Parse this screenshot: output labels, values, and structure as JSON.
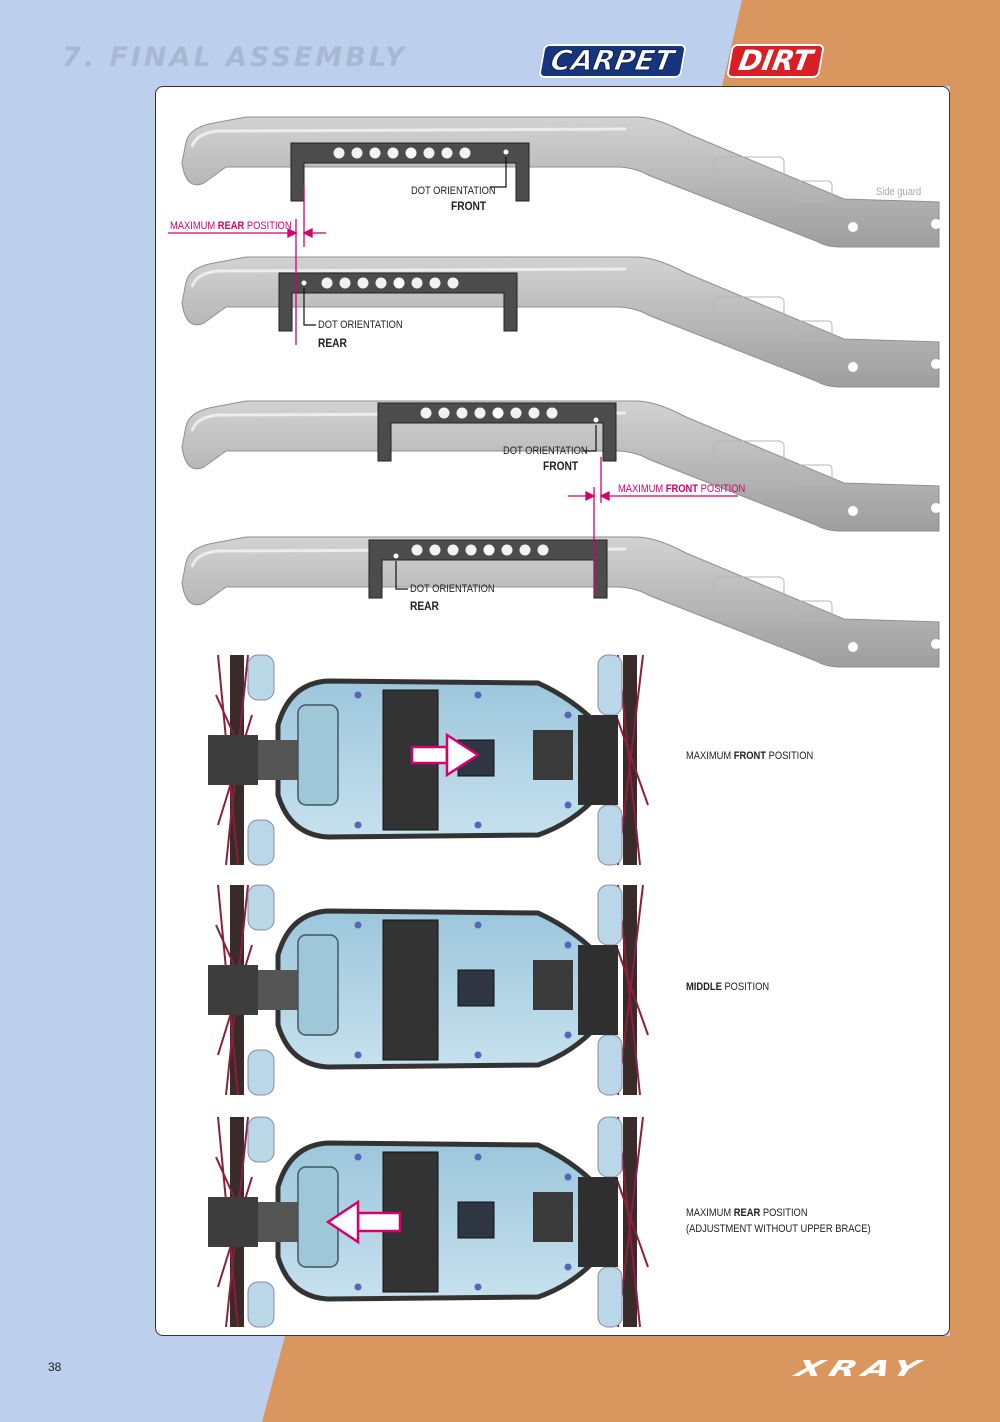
{
  "header": {
    "title": "7. FINAL ASSEMBLY",
    "logo_carpet": "CARPET",
    "logo_dirt": "DIRT"
  },
  "colors": {
    "page_left": "#bcd0ee",
    "page_right": "#d9965e",
    "accent_pink": "#d4006e",
    "carpet_blue": "#17357e",
    "dirt_red": "#d81f26"
  },
  "diagram": {
    "side_guard": "Side guard",
    "labels": [
      {
        "pre": "DOT ORIENTATION",
        "word": "FRONT"
      },
      {
        "pre": "DOT ORIENTATION",
        "word": "REAR"
      },
      {
        "pre": "DOT ORIENTATION",
        "word": "FRONT"
      },
      {
        "pre": "DOT ORIENTATION",
        "word": "REAR"
      }
    ],
    "max_rear": {
      "pre": "MAXIMUM ",
      "bold": "REAR",
      "post": " POSITION"
    },
    "max_front": {
      "pre": "MAXIMUM ",
      "bold": "FRONT",
      "post": " POSITION"
    }
  },
  "photos": [
    {
      "pre": "MAXIMUM ",
      "bold": "FRONT",
      "post": " POSITION",
      "note": ""
    },
    {
      "pre": "",
      "bold": "MIDDLE",
      "post": " POSITION",
      "note": ""
    },
    {
      "pre": "MAXIMUM ",
      "bold": "REAR",
      "post": " POSITION",
      "note": "(ADJUSTMENT WITHOUT UPPER BRACE)"
    }
  ],
  "footer": {
    "page_number": "38",
    "brand": "XRAY"
  }
}
